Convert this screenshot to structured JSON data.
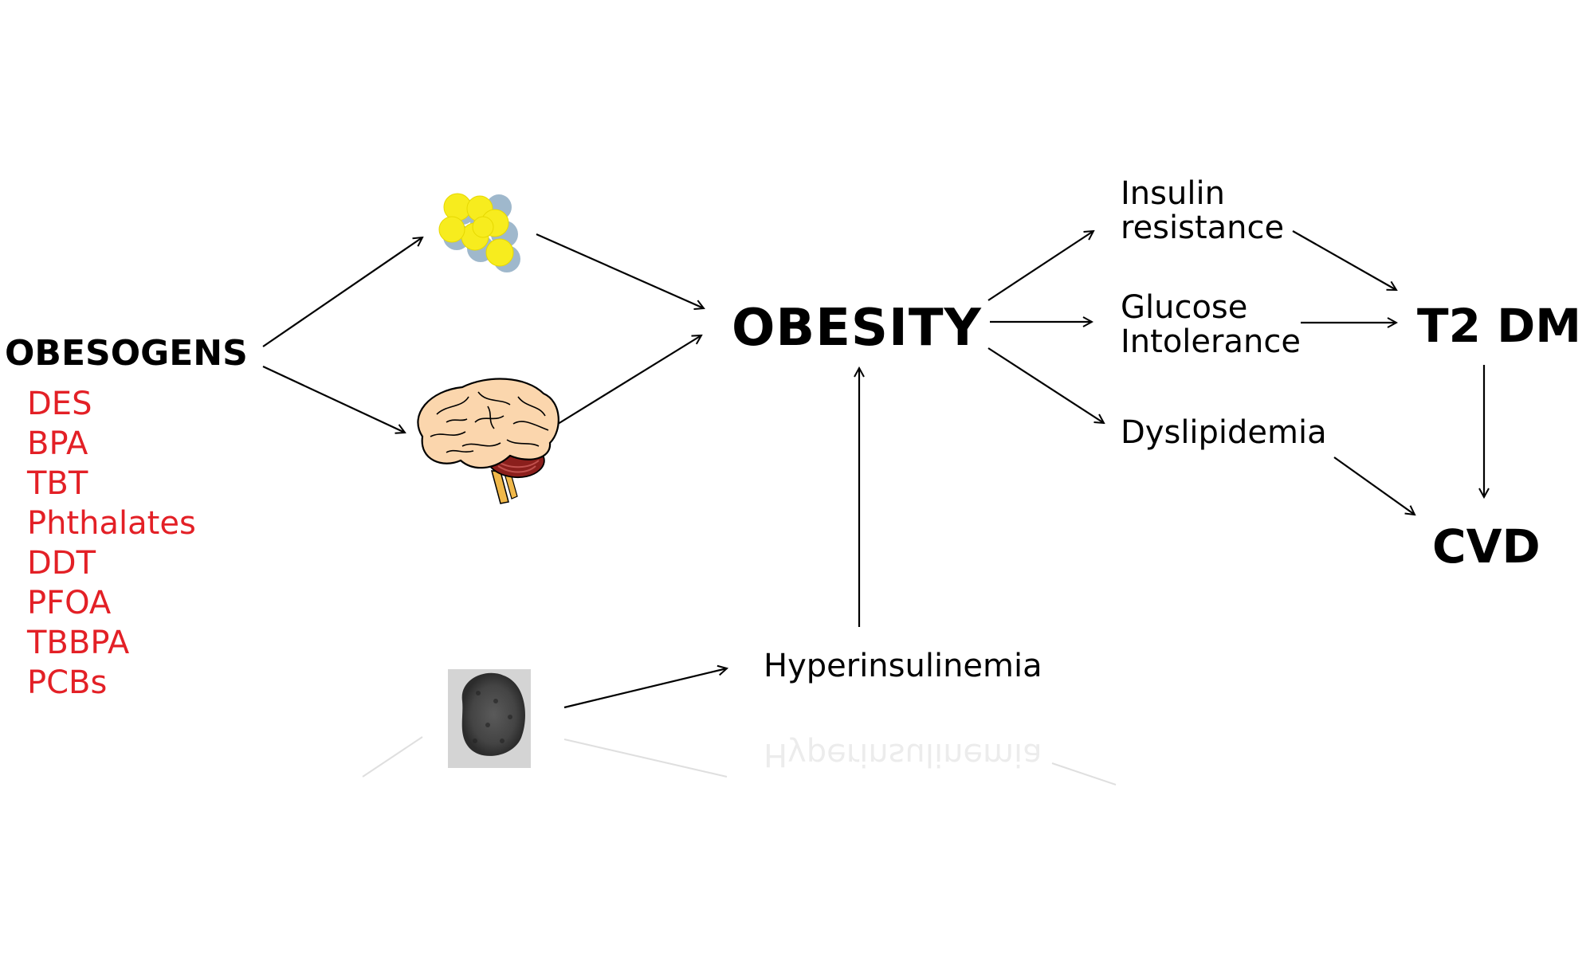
{
  "source": {
    "title": "OBESOGENS",
    "chemicals": [
      "DES",
      "BPA",
      "TBT",
      "Phthalates",
      "DDT",
      "PFOA",
      "TBBPA",
      "PCBs"
    ],
    "chemical_color": "#e32026"
  },
  "nodes": {
    "obesity": "OBESITY",
    "insulin_resistance": [
      "Insulin",
      "resistance"
    ],
    "glucose_intolerance": [
      "Glucose",
      "Intolerance"
    ],
    "dyslipidemia": "Dyslipidemia",
    "t2dm": "T2 DM",
    "cvd": "CVD",
    "hyperinsulinemia": "Hyperinsulinemia"
  },
  "illustrations": {
    "fat_cells": "adipocyte-cluster-icon",
    "brain": "brain-icon",
    "pancreatic_islet": "pancreatic-islet-image"
  },
  "colors": {
    "text": "#000000",
    "arrow": "#000000",
    "fat_cell_fill": "#f7ec1e",
    "fat_cell_shadow": "#9fb8cc",
    "brain_fill": "#fbd6ad",
    "cerebellum_fill": "#8b1f1c"
  }
}
